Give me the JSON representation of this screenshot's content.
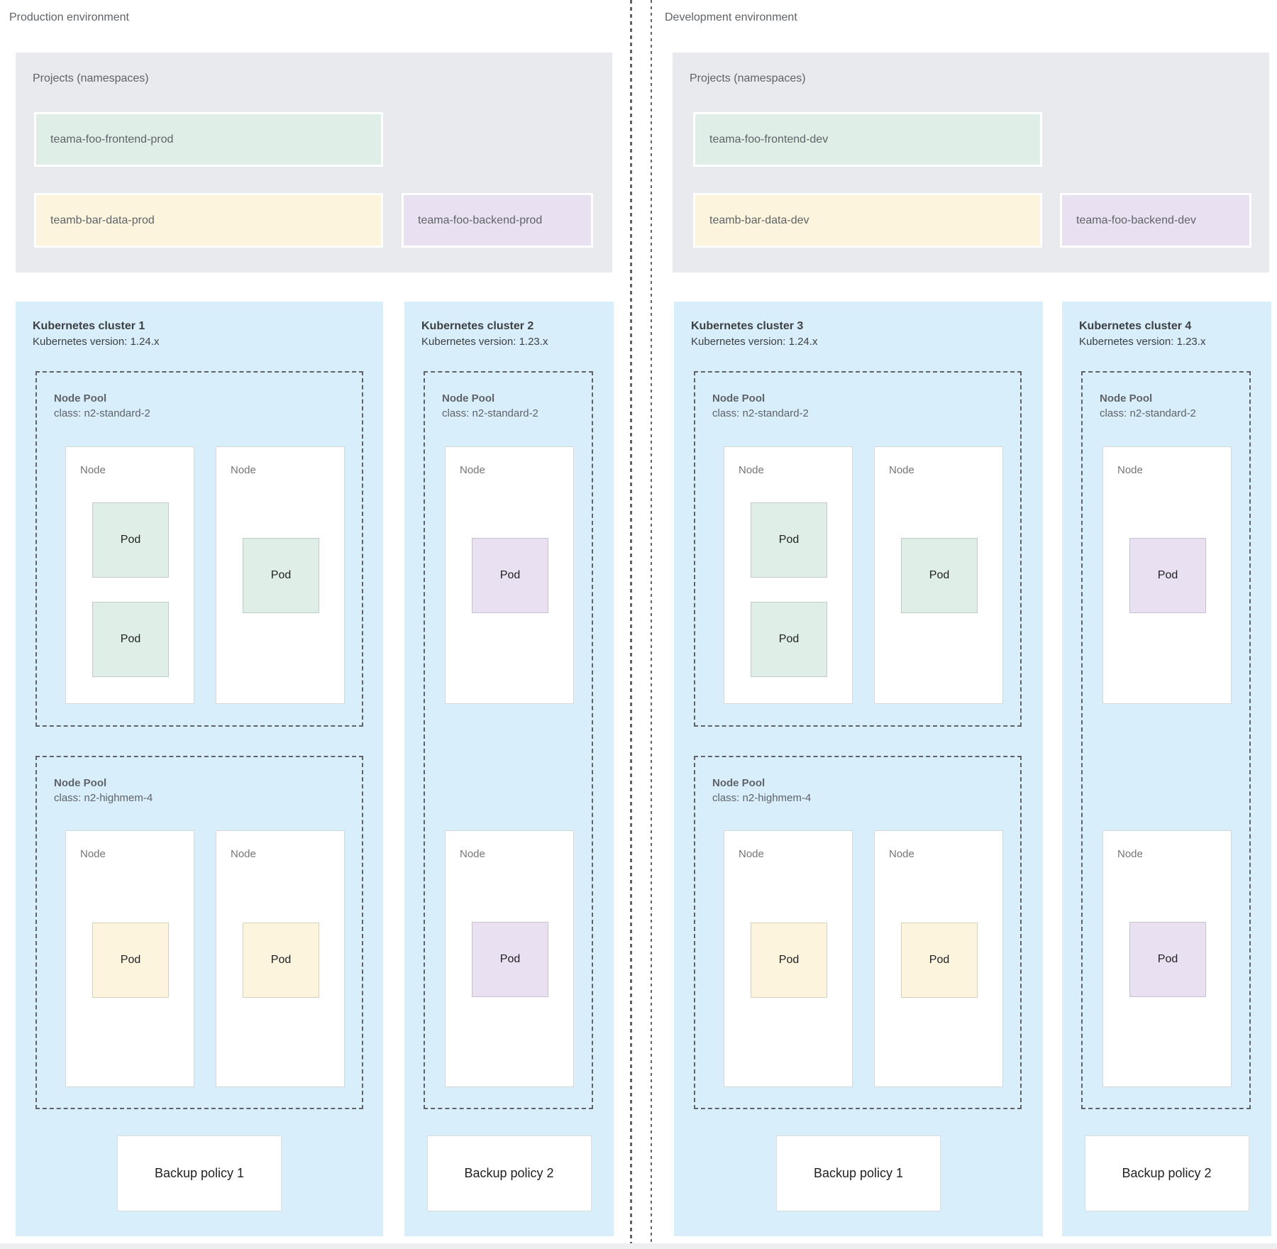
{
  "labels": {
    "node": "Node",
    "pod": "Pod"
  },
  "colors": {
    "cluster_background": "#d8eefb",
    "projects_background": "#e8eaed",
    "namespace_green": "#dfeee6",
    "namespace_yellow": "#fcf4dc",
    "namespace_purple": "#e9e1f1",
    "dashed_border": "#5f6368",
    "text_primary": "#3c4043",
    "text_secondary": "#5f6368"
  },
  "environments": [
    {
      "label": "Production environment",
      "projects": {
        "label": "Projects (namespaces)",
        "namespaces": [
          {
            "name": "teama-foo-frontend-prod"
          },
          {
            "name": "teamb-bar-data-prod"
          },
          {
            "name": "teama-foo-backend-prod"
          }
        ]
      },
      "clusters": [
        {
          "title": "Kubernetes cluster 1",
          "version": "Kubernetes version: 1.24.x",
          "pools": [
            {
              "title": "Node Pool",
              "class": "class: n2-standard-2"
            },
            {
              "title": "Node Pool",
              "class": "class: n2-highmem-4"
            }
          ],
          "backup_policy": "Backup policy 1"
        },
        {
          "title": "Kubernetes cluster 2",
          "version": "Kubernetes version: 1.23.x",
          "pools": [
            {
              "title": "Node Pool",
              "class": "class: n2-standard-2"
            }
          ],
          "backup_policy": "Backup policy 2"
        }
      ]
    },
    {
      "label": "Development environment",
      "projects": {
        "label": "Projects (namespaces)",
        "namespaces": [
          {
            "name": "teama-foo-frontend-dev"
          },
          {
            "name": "teamb-bar-data-dev"
          },
          {
            "name": "teama-foo-backend-dev"
          }
        ]
      },
      "clusters": [
        {
          "title": "Kubernetes cluster 3",
          "version": "Kubernetes version: 1.24.x",
          "pools": [
            {
              "title": "Node Pool",
              "class": "class: n2-standard-2"
            },
            {
              "title": "Node Pool",
              "class": "class: n2-highmem-4"
            }
          ],
          "backup_policy": "Backup policy 1"
        },
        {
          "title": "Kubernetes cluster 4",
          "version": "Kubernetes version: 1.23.x",
          "pools": [
            {
              "title": "Node Pool",
              "class": "class: n2-standard-2"
            }
          ],
          "backup_policy": "Backup policy 2"
        }
      ]
    }
  ]
}
